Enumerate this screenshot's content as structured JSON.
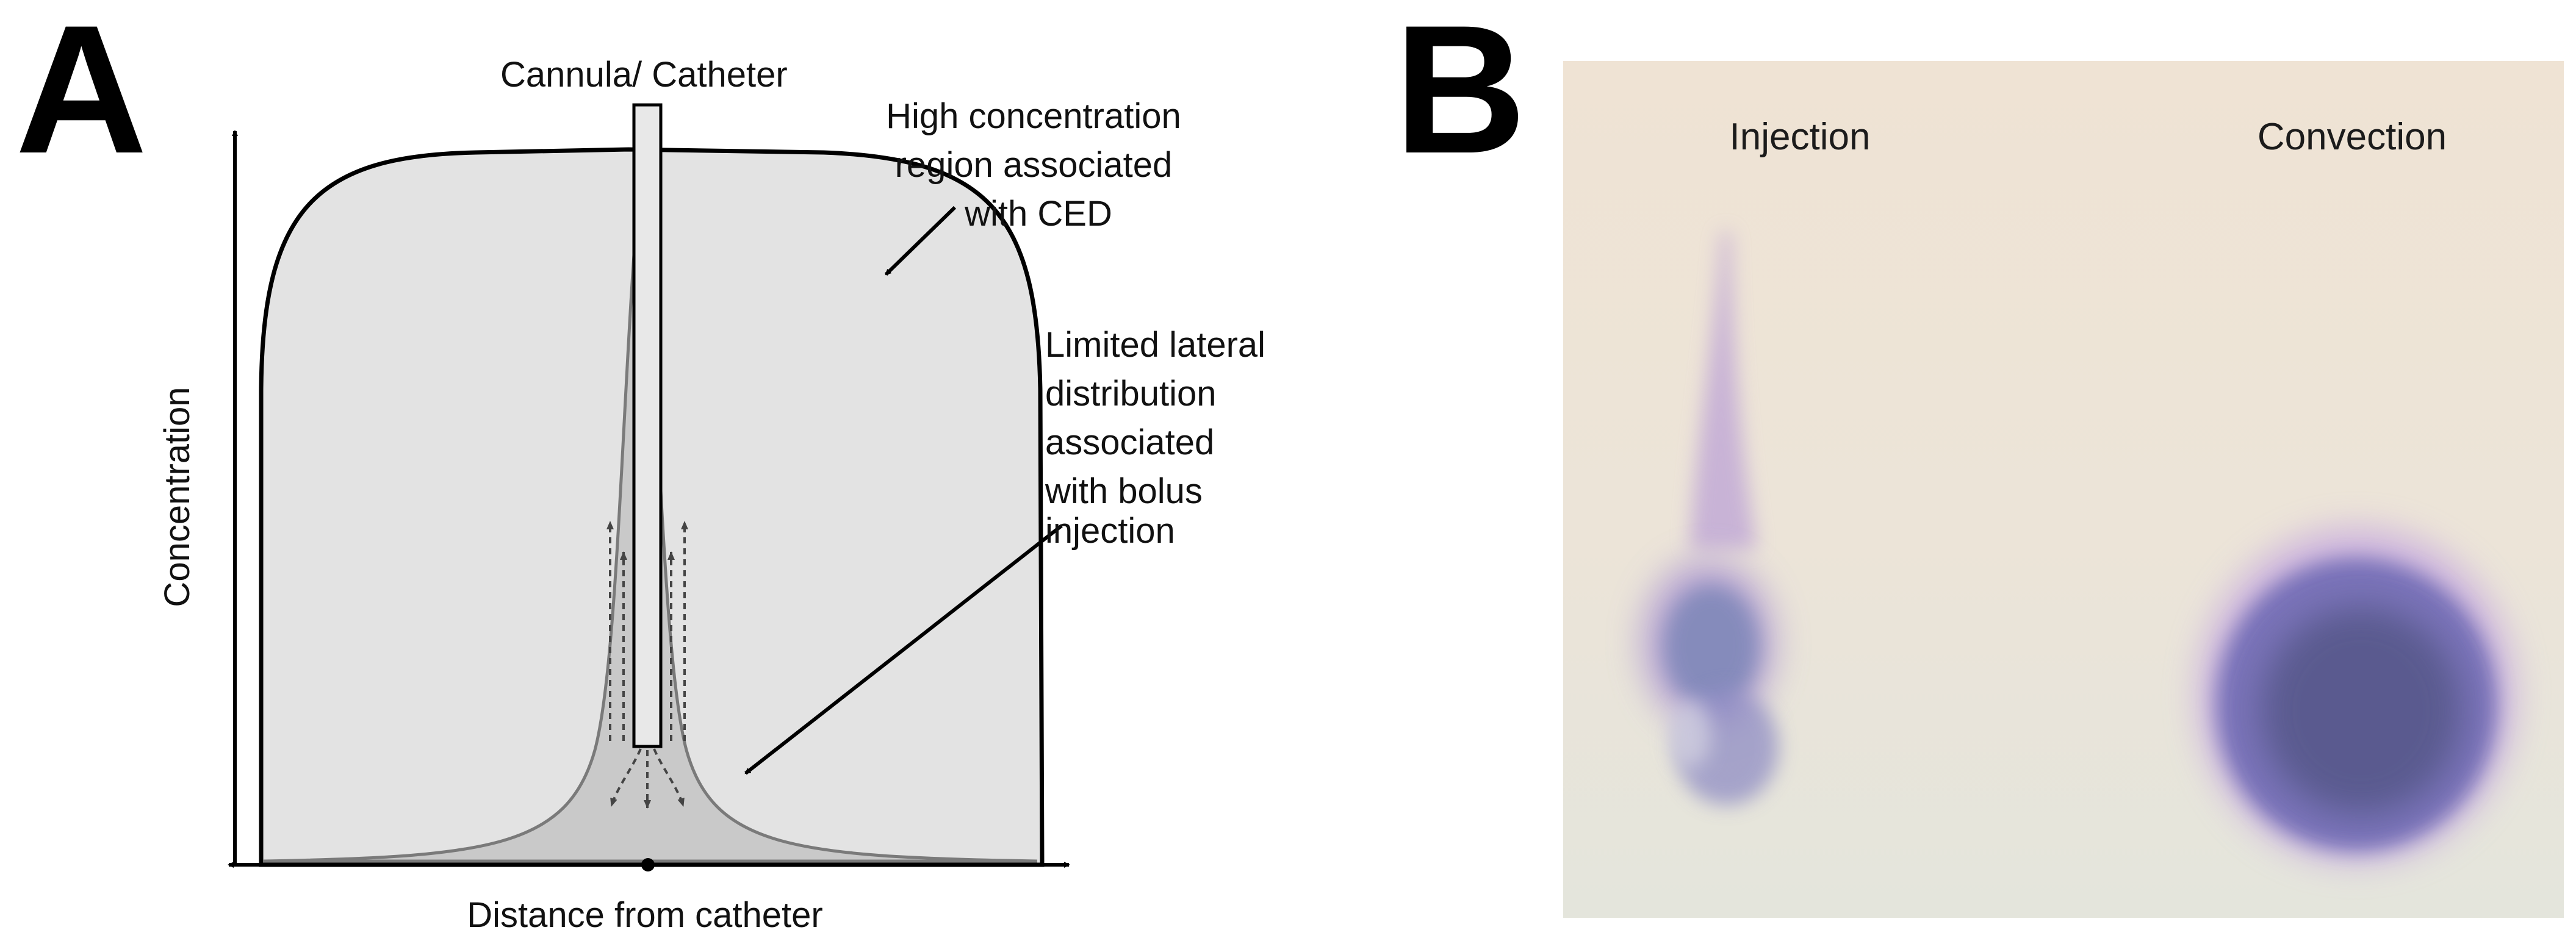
{
  "panel_a": {
    "letter": "A",
    "cannula_label": "Cannula/ Catheter",
    "ced_label": [
      "High concentration",
      "region associated",
      "with CED"
    ],
    "bolus_label": [
      "Limited lateral",
      "distribution",
      "associated",
      "with bolus",
      "injection"
    ],
    "y_axis_label": "Concentration",
    "x_axis_label": "Distance from catheter"
  },
  "panel_b": {
    "letter": "B",
    "left_label": "Injection",
    "right_label": "Convection"
  }
}
